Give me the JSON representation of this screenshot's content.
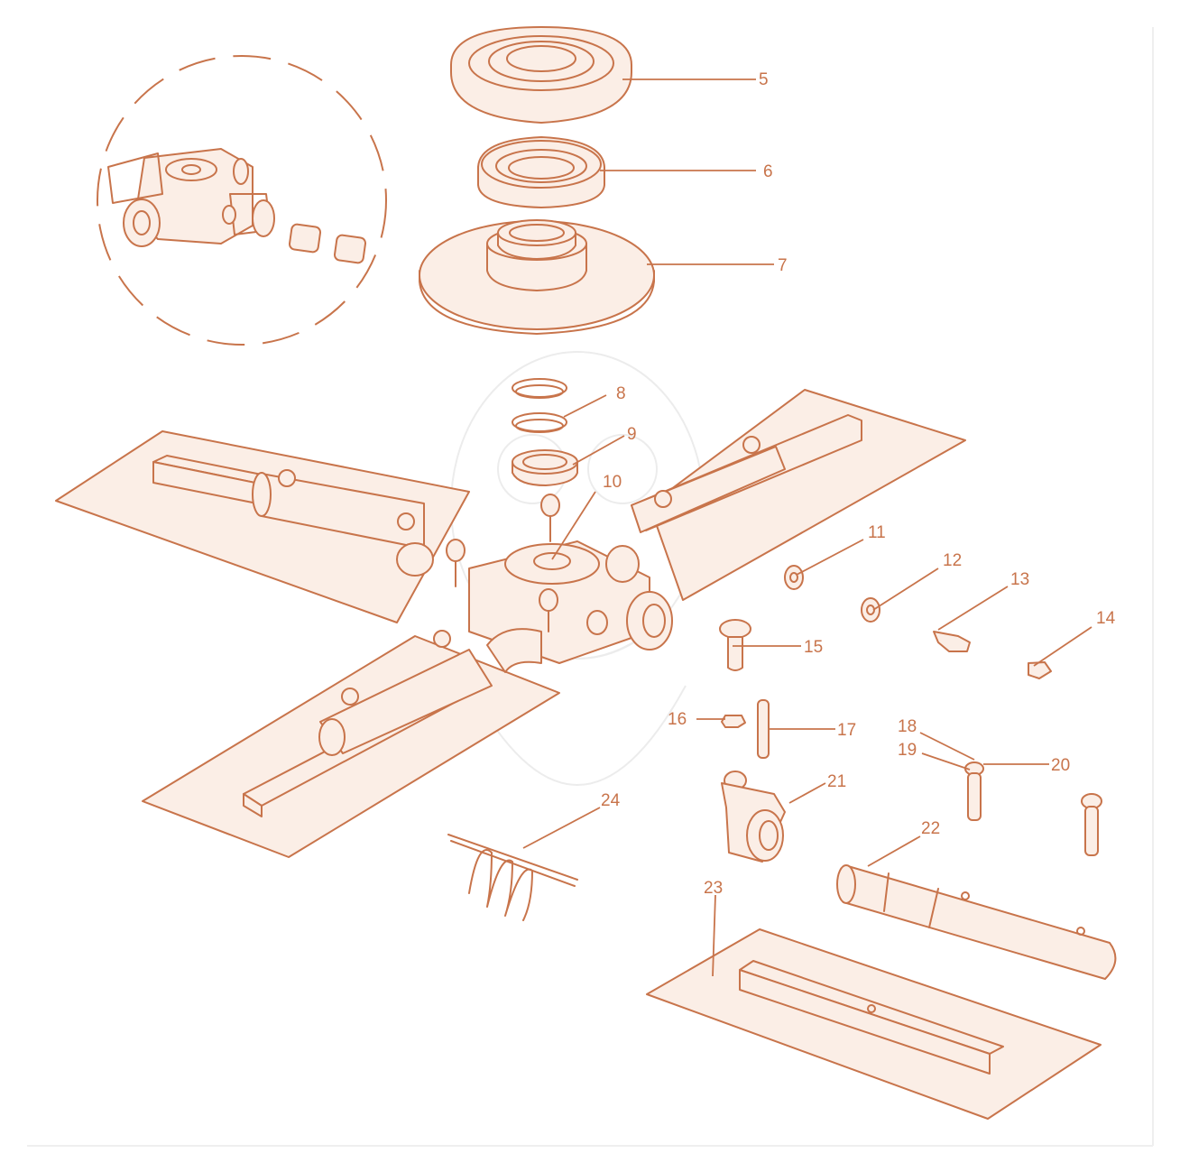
{
  "colors": {
    "line": "#c8744b",
    "background": "#ffffff",
    "frame": "#f0f0f0"
  },
  "callouts": [
    {
      "id": "5",
      "label": "5"
    },
    {
      "id": "6",
      "label": "6"
    },
    {
      "id": "7",
      "label": "7"
    },
    {
      "id": "8",
      "label": "8"
    },
    {
      "id": "9",
      "label": "9"
    },
    {
      "id": "10",
      "label": "10"
    },
    {
      "id": "11",
      "label": "11"
    },
    {
      "id": "12",
      "label": "12"
    },
    {
      "id": "13",
      "label": "13"
    },
    {
      "id": "14",
      "label": "14"
    },
    {
      "id": "15",
      "label": "15"
    },
    {
      "id": "16",
      "label": "16"
    },
    {
      "id": "17",
      "label": "17"
    },
    {
      "id": "18",
      "label": "18"
    },
    {
      "id": "19",
      "label": "19"
    },
    {
      "id": "20",
      "label": "20"
    },
    {
      "id": "21",
      "label": "21"
    },
    {
      "id": "22",
      "label": "22"
    },
    {
      "id": "23",
      "label": "23"
    },
    {
      "id": "24",
      "label": "24"
    }
  ]
}
